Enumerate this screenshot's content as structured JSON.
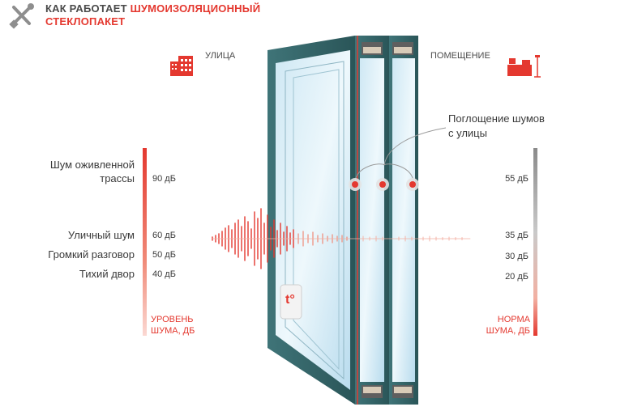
{
  "header": {
    "title_part1": "КАК РАБОТАЕТ",
    "title_part2": "ШУМОИЗОЛЯЦИОННЫЙ",
    "title_part3": "СТЕКЛОПАКЕТ",
    "logo_icon": "tools-cross-icon"
  },
  "sides": {
    "street_label": "УЛИЦА",
    "street_icon": "building-icon",
    "room_label": "ПОМЕЩЕНИЕ",
    "room_icon": "furniture-lamp-icon"
  },
  "absorption_note": {
    "line1": "Поглощение шумов",
    "line2": "с улицы"
  },
  "left_scale": {
    "caption_line1": "УРОВЕНЬ",
    "caption_line2": "ШУМА, ДБ",
    "items": [
      {
        "label_line1": "Шум оживленной",
        "label_line2": "трассы",
        "value": "90 дБ"
      },
      {
        "label_line1": "Уличный шум",
        "value": "60 дБ"
      },
      {
        "label_line1": "Громкий разговор",
        "value": "50 дБ"
      },
      {
        "label_line1": "Тихий двор",
        "value": "40 дБ"
      }
    ]
  },
  "right_scale": {
    "caption_line1": "НОРМА",
    "caption_line2": "ШУМА, ДБ",
    "values": [
      "55 дБ",
      "35 дБ",
      "30 дБ",
      "20 дБ"
    ]
  },
  "glass": {
    "temp_symbol": "t°",
    "frame_color": "#2f5f63",
    "accent_color": "#e4382f"
  }
}
